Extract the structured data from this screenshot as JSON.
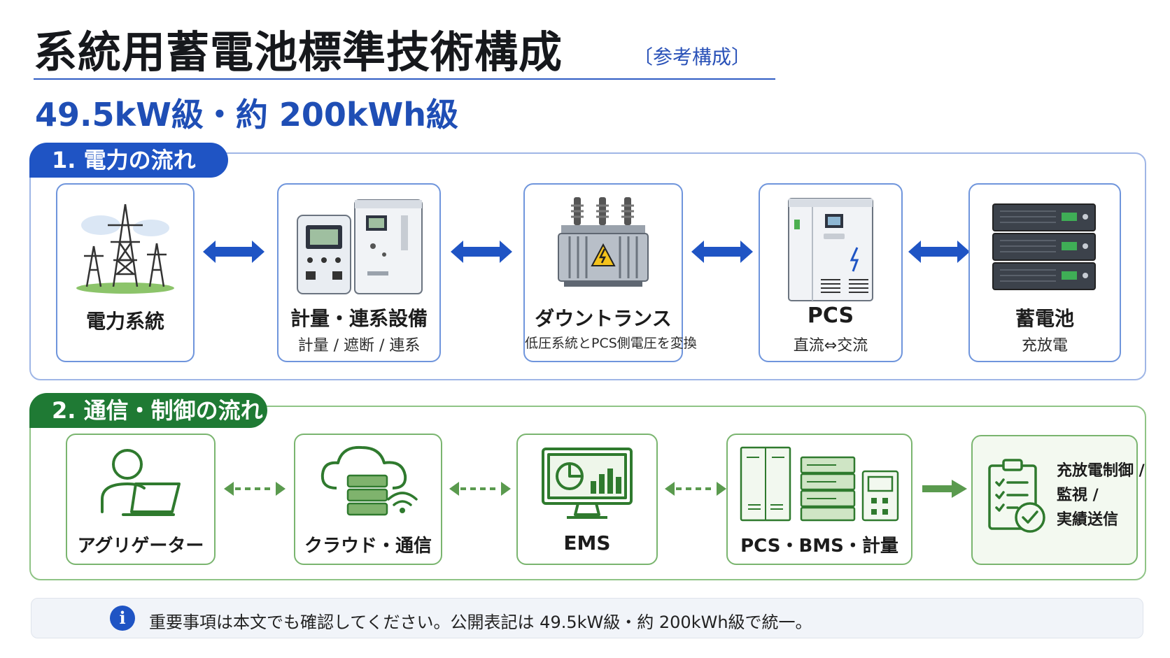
{
  "header": {
    "title": "系統用蓄電池標準技術構成",
    "note": "〔参考構成〕",
    "subtitle": "49.5kW級・約 200kWh級"
  },
  "colors": {
    "power_accent": "#1f54c4",
    "comm_accent": "#1f7a34"
  },
  "power_flow": {
    "heading": "1. 電力の流れ",
    "items": [
      {
        "label": "電力系統",
        "sub": "",
        "icon": "transmission-tower-icon"
      },
      {
        "label": "計量・連系設備",
        "sub": "計量 / 遮断 / 連系",
        "icon": "metering-cabinet-icon"
      },
      {
        "label": "ダウントランス",
        "sub": "低圧系統とPCS側電圧を変換",
        "icon": "transformer-icon"
      },
      {
        "label": "PCS",
        "sub": "直流⇔交流",
        "icon": "pcs-cabinet-icon"
      },
      {
        "label": "蓄電池",
        "sub": "充放電",
        "icon": "battery-rack-icon"
      }
    ],
    "connector": "bidirectional"
  },
  "comm_flow": {
    "heading": "2. 通信・制御の流れ",
    "items": [
      {
        "label": "アグリゲーター",
        "icon": "aggregator-user-icon"
      },
      {
        "label": "クラウド・通信",
        "icon": "cloud-server-icon"
      },
      {
        "label": "EMS",
        "icon": "ems-monitor-icon"
      },
      {
        "label": "PCS・BMS・計量",
        "icon": "pcs-bms-meter-icon"
      }
    ],
    "result": {
      "lines": [
        "充放電制御 /",
        "監視 /",
        "実績送信"
      ],
      "icon": "checklist-icon"
    }
  },
  "notice": {
    "icon": "info-icon",
    "text": "重要事項は本文でも確認してください。公開表記は 49.5kW級・約 200kWh級で統一。"
  }
}
